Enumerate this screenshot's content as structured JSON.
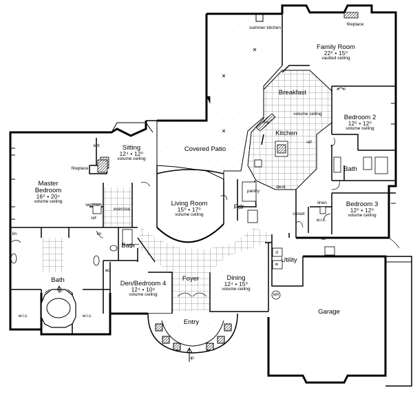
{
  "rooms": {
    "family_room": {
      "name": "Family Room",
      "dims": "22⁰ • 15⁰",
      "note": "vaulted ceiling"
    },
    "bedroom2": {
      "name": "Bedroom 2",
      "dims": "12⁰ • 12⁰",
      "note": "volume ceiling"
    },
    "bedroom3": {
      "name": "Bedroom 3",
      "dims": "12⁰ • 12⁰",
      "note": "volume ceiling"
    },
    "master": {
      "name1": "Master",
      "name2": "Bedroom",
      "dims": "16⁰ • 20⁴",
      "note": "volume ceiling"
    },
    "sitting": {
      "name": "Sitting",
      "dims": "12⁴ • 12⁰",
      "note": "volume ceiling"
    },
    "covered_patio": {
      "name": "Covered Patio"
    },
    "living": {
      "name": "Living Room",
      "dims": "15⁰ • 17⁰",
      "note": "volume ceiling"
    },
    "den": {
      "name": "Den/Bedroom 4",
      "dims": "12⁴ • 10⁸",
      "note": "volume ceiling"
    },
    "dining": {
      "name": "Dining",
      "dims": "12⁴ • 15⁰",
      "note": "volume ceiling"
    },
    "garage": {
      "name": "Garage"
    },
    "entry": {
      "name": "Entry"
    },
    "foyer": {
      "name": "Foyer"
    },
    "breakfast": {
      "name": "Breakfast",
      "note": "volume ceiling"
    },
    "kitchen": {
      "name": "Kitchen"
    },
    "utility": {
      "name": "Utility"
    },
    "bath_master": {
      "name": "Bath"
    },
    "bath_center": {
      "name": "Bath"
    },
    "bath_right": {
      "name": "Bath"
    },
    "pdr": {
      "name": "Pdr"
    }
  },
  "small_labels": {
    "summer_kitchen": "summer kitchen",
    "fireplace_top": "fireplace",
    "fireplace_master": "fireplace",
    "ent": "ent",
    "wet_bar": "wet bar",
    "exercise": "exercise",
    "ref_master": "ref",
    "ref_kitchen": "ref",
    "lin_left": "lin",
    "lin_mid": "lin",
    "linen": "linen",
    "wic_left": "w.i.c.",
    "wic_mid": "w.i.c.",
    "wic_bed3": "w.i.c.",
    "pantry": "pantry",
    "desk": "desk",
    "closet": "closet",
    "dw": "dw",
    "ac_den": "ac",
    "ac_right": "ac",
    "wh": "wh",
    "d": "d",
    "w": "w",
    "up_bath": "up",
    "up_entry": "up",
    "n_family": "n",
    "n_bed2": "n"
  }
}
